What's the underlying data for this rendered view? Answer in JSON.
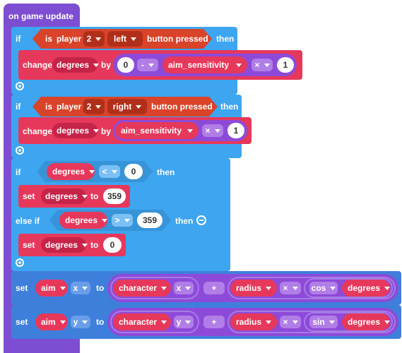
{
  "colors": {
    "event": "#7d4ed1",
    "logic": "#3ea5f0",
    "variables": "#e6385b",
    "controller": "#d8432a",
    "math": "#8d4ad9",
    "set_row": "#3f7fdc"
  },
  "event_block": {
    "label": "on game update"
  },
  "if1": {
    "if": "if",
    "then": "then",
    "cond": {
      "is": "is",
      "player_word": "player",
      "player": "2",
      "button": "left",
      "suffix": "button pressed"
    },
    "stmt": {
      "change": "change",
      "var": "degrees",
      "by": "by",
      "left": "0",
      "op": "-",
      "var2": "aim_sensitivity",
      "op2": "×",
      "right": "1"
    }
  },
  "if2": {
    "if": "if",
    "then": "then",
    "cond": {
      "is": "is",
      "player_word": "player",
      "player": "2",
      "button": "right",
      "suffix": "button pressed"
    },
    "stmt": {
      "change": "change",
      "var": "degrees",
      "by": "by",
      "var2": "aim_sensitivity",
      "op2": "×",
      "right": "1"
    }
  },
  "if3": {
    "if": "if",
    "then": "then",
    "else_if": "else if",
    "cond1": {
      "var": "degrees",
      "op": "<",
      "value": "0"
    },
    "set1": {
      "set": "set",
      "var": "degrees",
      "to": "to",
      "value": "359"
    },
    "cond2": {
      "var": "degrees",
      "op": ">",
      "value": "359"
    },
    "set2": {
      "set": "set",
      "var": "degrees",
      "to": "to",
      "value": "0"
    }
  },
  "set_x": {
    "set": "set",
    "var": "aim",
    "prop": "x",
    "to": "to",
    "sprite": "character",
    "sprite_prop": "x",
    "plus": "+",
    "radius": "radius",
    "times": "×",
    "func": "cos",
    "arg": "degrees"
  },
  "set_y": {
    "set": "set",
    "var": "aim",
    "prop": "y",
    "to": "to",
    "sprite": "character",
    "sprite_prop": "y",
    "plus": "+",
    "radius": "radius",
    "times": "×",
    "func": "sin",
    "arg": "degrees"
  }
}
